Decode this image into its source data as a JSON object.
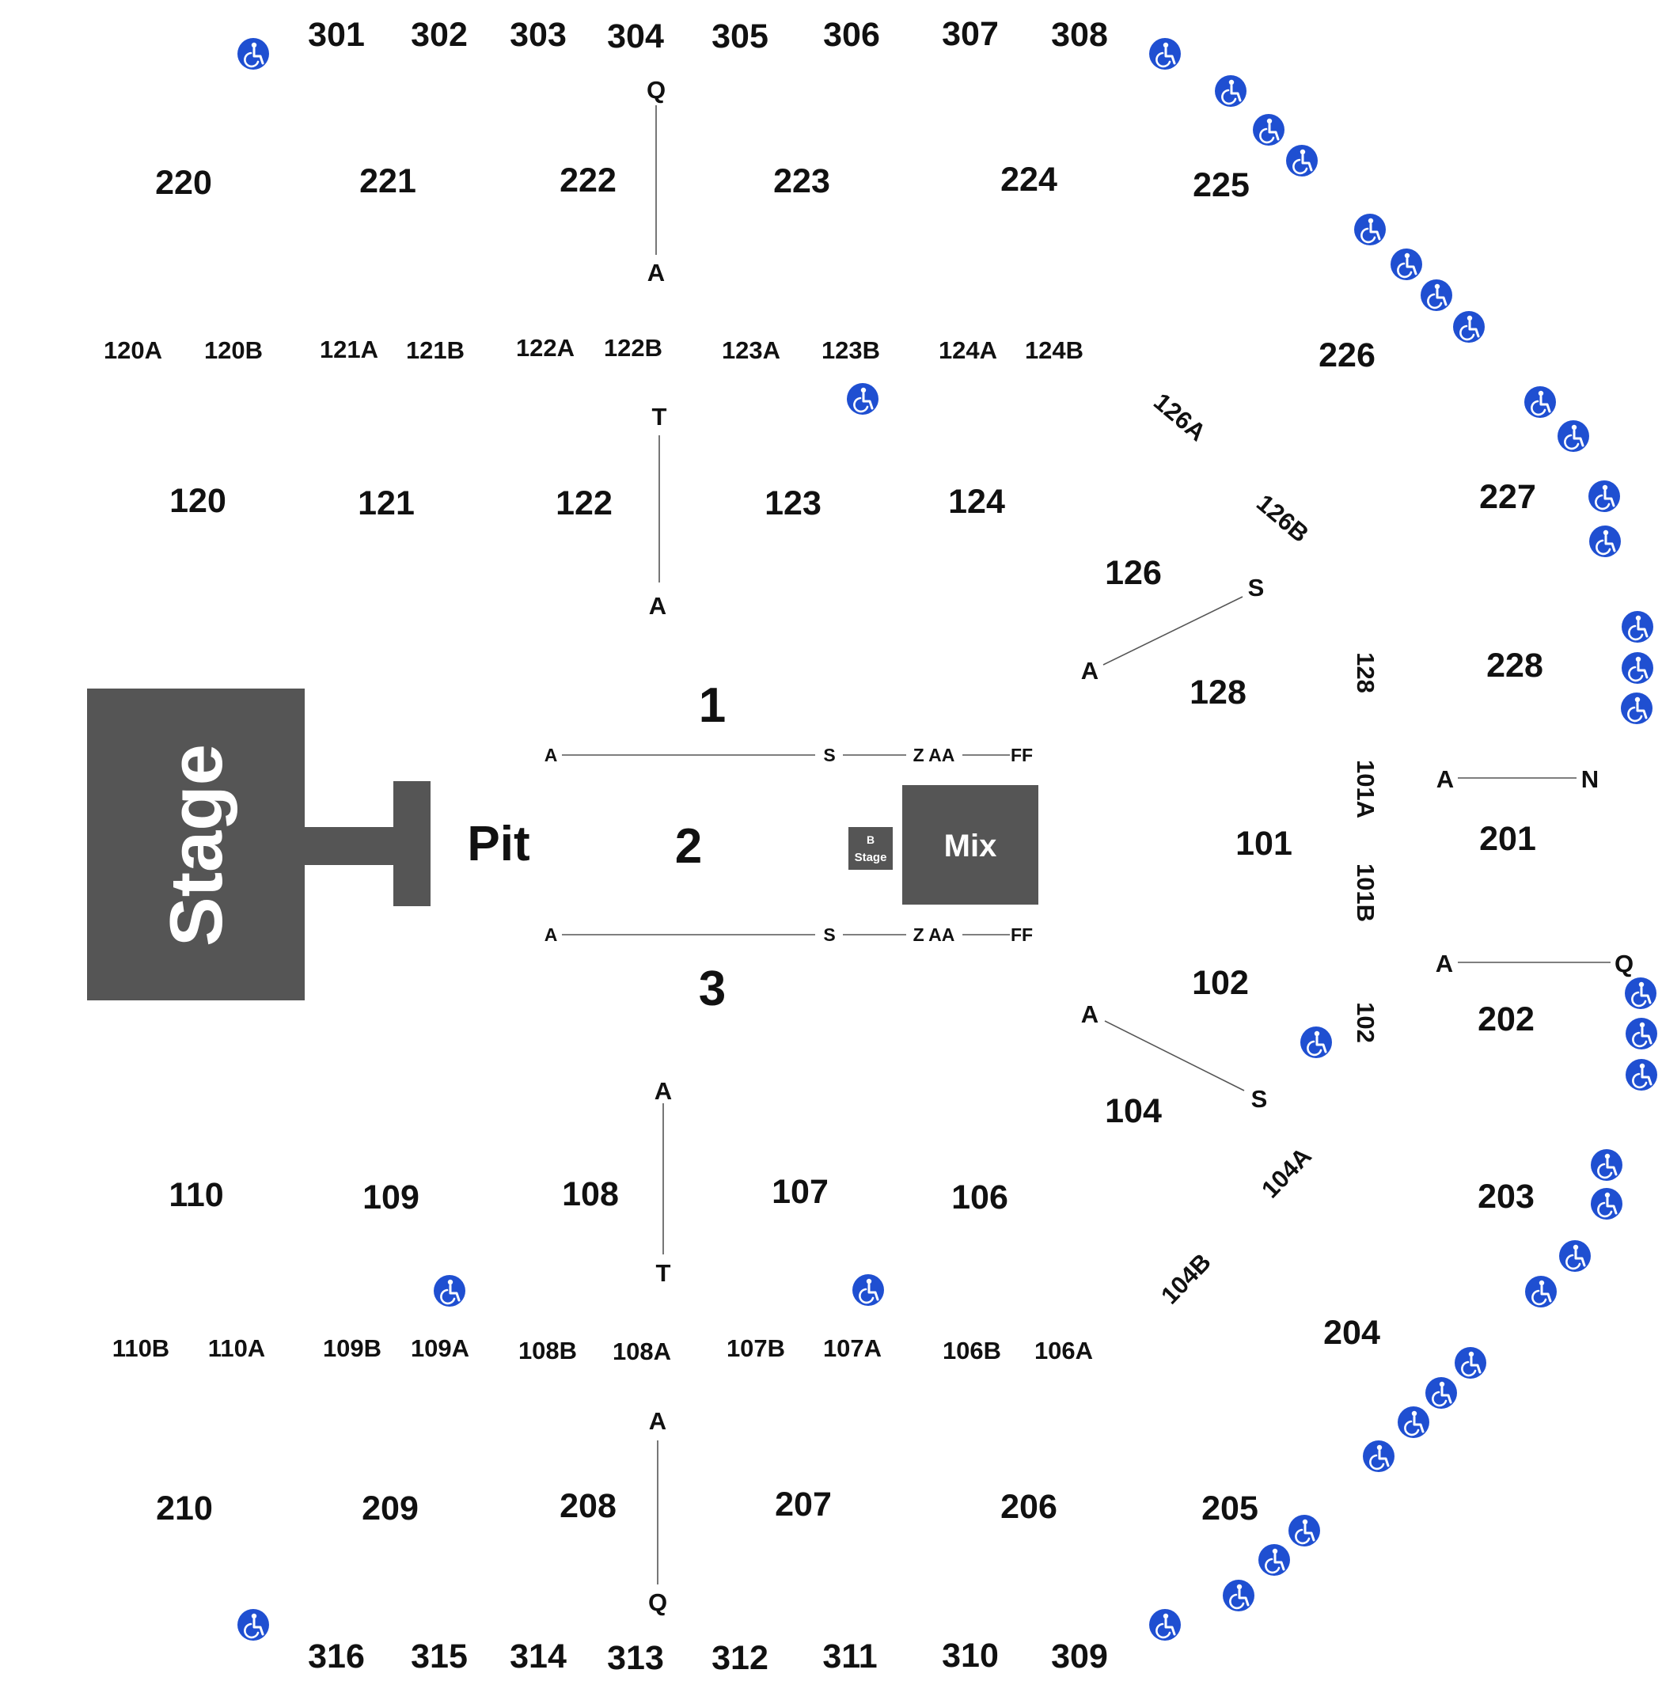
{
  "colors": {
    "block": "#555555",
    "block_text": "#ffffff",
    "accessible": "#1f4fd1",
    "text": "#111111"
  },
  "icon": "wheelchair-icon",
  "stage": {
    "label": "Stage"
  },
  "pit": {
    "label": "Pit"
  },
  "mix": {
    "label": "Mix"
  },
  "b_stage": {
    "line1": "B",
    "line2": "Stage"
  },
  "floor": {
    "s1": "1",
    "s2": "2",
    "s3": "3"
  },
  "floor_rows": {
    "upper": [
      "A",
      "S",
      "Z AA",
      "FF"
    ],
    "lower": [
      "A",
      "S",
      "Z AA",
      "FF"
    ]
  },
  "row_markers": {
    "top_aisle": [
      "Q",
      "A",
      "T",
      "A"
    ],
    "bottom_aisle": [
      "A",
      "T",
      "A",
      "Q"
    ],
    "right_upper": [
      "A",
      "S"
    ],
    "right_lower": [
      "A",
      "S"
    ],
    "far_right_1": [
      "A",
      "N"
    ],
    "far_right_2": [
      "A",
      "Q"
    ]
  },
  "sections": {
    "s300_top": [
      "301",
      "302",
      "303",
      "304",
      "305",
      "306",
      "307",
      "308"
    ],
    "s300_bottom": [
      "316",
      "315",
      "314",
      "313",
      "312",
      "311",
      "310",
      "309"
    ],
    "s200_top": [
      "220",
      "221",
      "222",
      "223",
      "224",
      "225",
      "226",
      "227",
      "228"
    ],
    "s200_right": [
      "201",
      "202",
      "203",
      "204",
      "205"
    ],
    "s200_bottom": [
      "210",
      "209",
      "208",
      "207",
      "206"
    ],
    "sub_top": [
      "120A",
      "120B",
      "121A",
      "121B",
      "122A",
      "122B",
      "123A",
      "123B",
      "124A",
      "124B"
    ],
    "s100_top": [
      "120",
      "121",
      "122",
      "123",
      "124",
      "126",
      "128"
    ],
    "s100_right": [
      "101",
      "102",
      "104"
    ],
    "s100_bottom": [
      "110",
      "109",
      "108",
      "107",
      "106"
    ],
    "sub_bottom": [
      "110B",
      "110A",
      "109B",
      "109A",
      "108B",
      "108A",
      "107B",
      "107A",
      "106B",
      "106A"
    ],
    "angled": [
      "126A",
      "126B",
      "104A",
      "104B"
    ],
    "vertical": [
      "128",
      "101A",
      "101B",
      "102"
    ]
  }
}
